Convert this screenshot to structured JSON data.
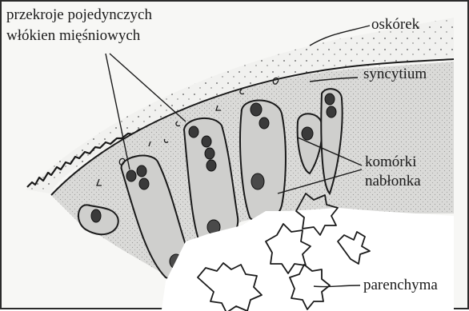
{
  "labels": {
    "muscle_fibers_line1": "przekroje pojedynczych",
    "muscle_fibers_line2": "włókien mięśniowych",
    "cuticle": "oskórek",
    "syncytium": "syncytium",
    "epithelial_cells_line1": "komórki",
    "epithelial_cells_line2": "nabłonka",
    "parenchyma": "parenchyma"
  },
  "colors": {
    "ink": "#1a1a1a",
    "cuticle_fill": "#f1f1ef",
    "syncytium_fill": "#d6d6d4",
    "cell_fill": "#cfcfcd",
    "parenchyma_fill": "#ffffff"
  }
}
